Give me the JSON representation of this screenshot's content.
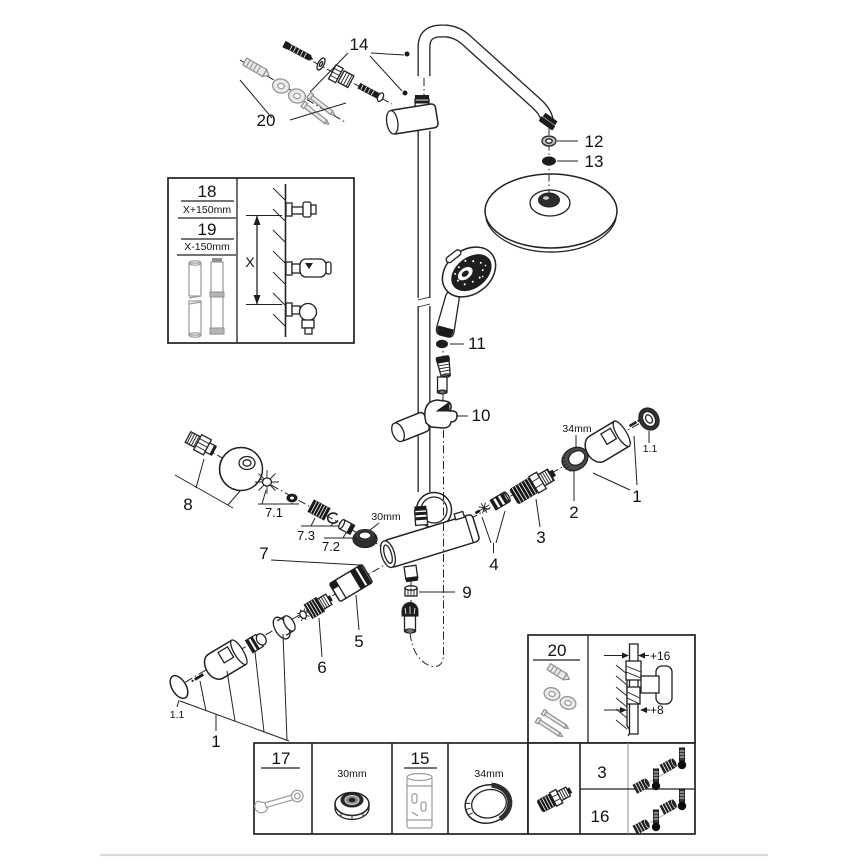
{
  "figure_type": "exploded-parts-diagram-shower-system",
  "colors": {
    "background": "#ffffff",
    "ink": "#222222",
    "hardware_gray": "#9a9a9a",
    "footer_divider": "#d9d9d9"
  },
  "callouts": {
    "p1": "1",
    "p1_1": "1.1",
    "p2": "2",
    "p3": "3",
    "p4": "4",
    "p5": "5",
    "p6": "6",
    "p7": "7",
    "p7_1": "7.1",
    "p7_2": "7.2",
    "p7_3": "7.3",
    "p8": "8",
    "p9": "9",
    "p10": "10",
    "p11": "11",
    "p12": "12",
    "p13": "13",
    "p14": "14",
    "p15": "15",
    "p16": "16",
    "p17": "17",
    "p18": "18",
    "p19": "19",
    "p20": "20"
  },
  "dims": {
    "x": "X",
    "x_plus": "X+150mm",
    "x_minus": "X-150mm",
    "nut_30": "30mm",
    "ring_34": "34mm",
    "depth_max": "+16",
    "depth_min": "+8"
  }
}
